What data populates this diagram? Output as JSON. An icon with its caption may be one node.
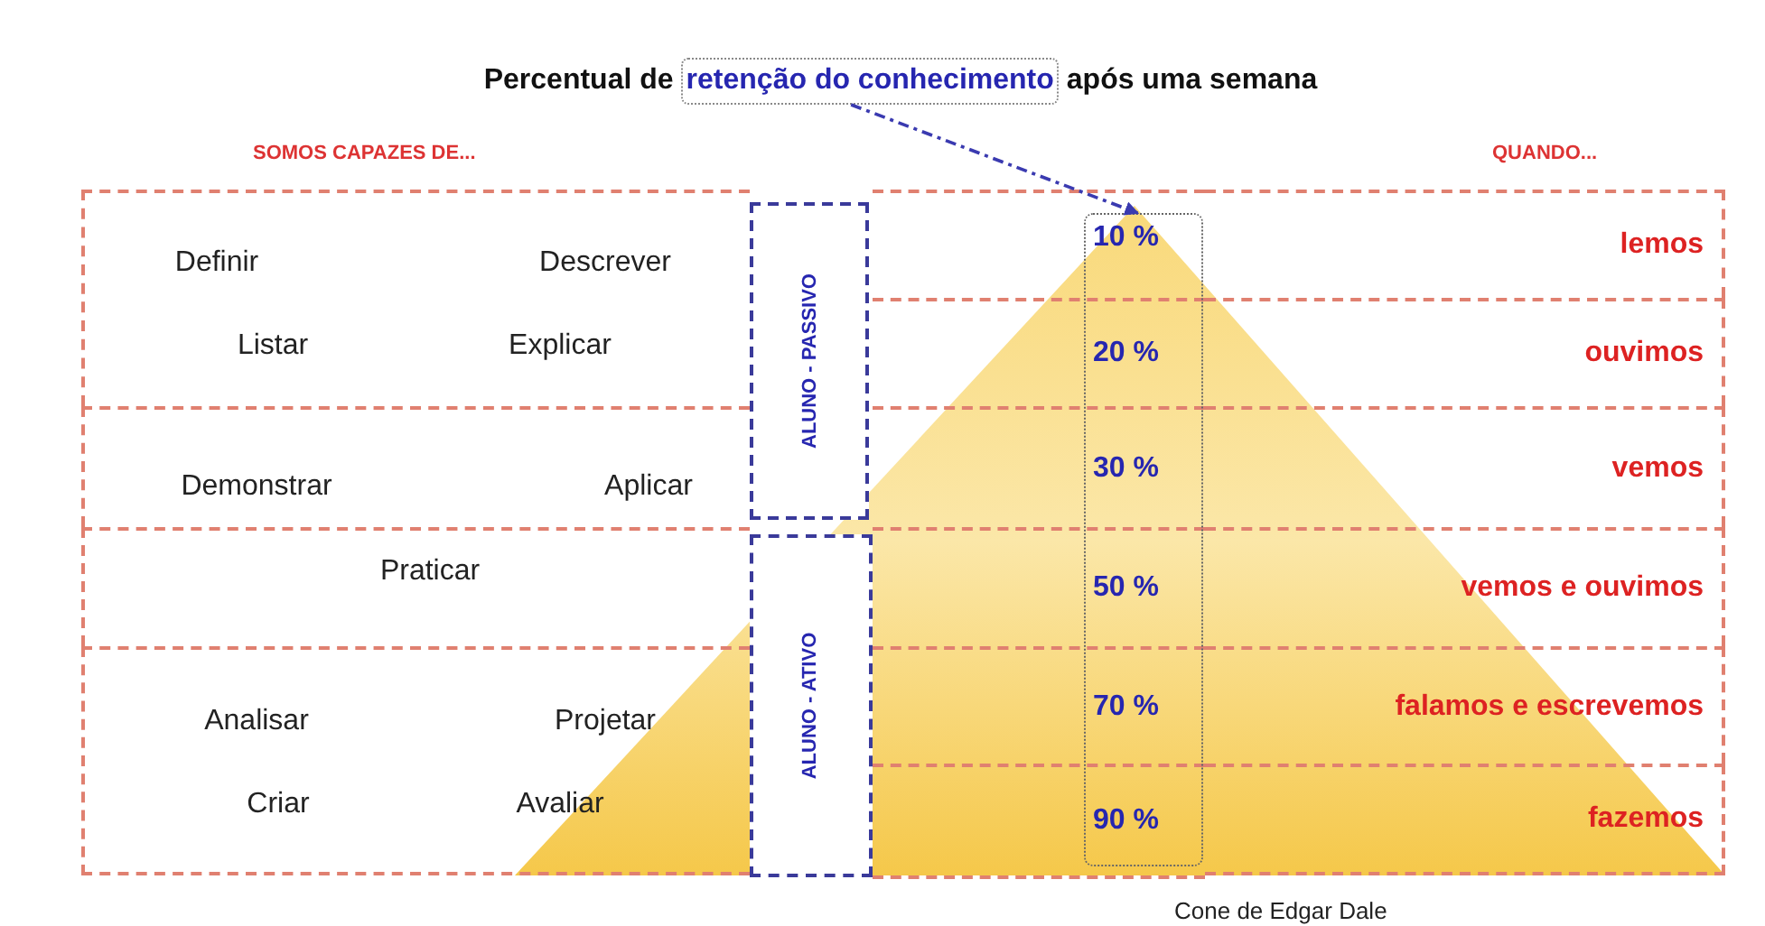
{
  "diagram": {
    "nodes": [
      {
        "text": [
          "retenção do conhecimento"
        ]
      },
      {
        "text": [
          "10 %",
          "20 %",
          "30 %",
          "50 %",
          "70 %",
          "90 %"
        ]
      },
      {
        "text": [
          "ALUNO - PASSIVO"
        ]
      },
      {
        "text": [
          "ALUNO - ATIVO"
        ]
      },
      {
        "text": [
          "Definir",
          "Descrever",
          "Listar",
          "Explicar"
        ]
      },
      {
        "text": [
          "Demonstrar",
          "Aplicar"
        ]
      },
      {
        "text": [
          "Praticar"
        ]
      },
      {
        "text": [
          "Analisar",
          "Projetar",
          "Criar",
          "Avaliar"
        ]
      },
      {
        "text": [
          "lemos"
        ]
      },
      {
        "text": [
          "ouvimos"
        ]
      },
      {
        "text": [
          "vemos"
        ]
      },
      {
        "text": [
          "vemos e ouvimos"
        ]
      },
      {
        "text": [
          "falamos e escrevemos"
        ]
      },
      {
        "text": [
          "fazemos"
        ]
      }
    ],
    "edges": [
      {
        "from": 0,
        "to": 1,
        "arrow": "to",
        "style": "dashed",
        "color": "#3a3ab0"
      }
    ],
    "labels": [
      "Percentual de",
      "após uma semana",
      "SOMOS CAPAZES DE...",
      "QUANDO...",
      "Cone de Edgar Dale"
    ]
  }
}
